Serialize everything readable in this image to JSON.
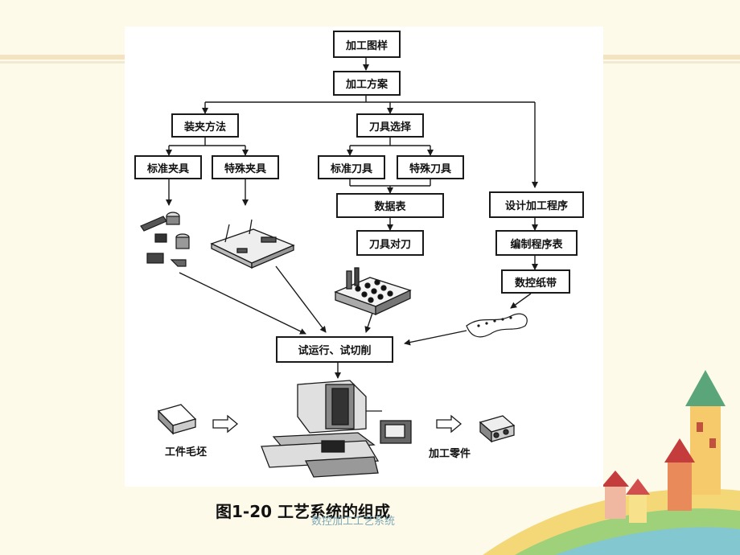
{
  "diagram": {
    "nodes": {
      "drawing": "加工图样",
      "plan": "加工方案",
      "fixture_method": "装夹方法",
      "tool_select": "刀具选择",
      "std_fixture": "标准夹具",
      "special_fixture": "特殊夹具",
      "std_tool": "标准刀具",
      "special_tool": "特殊刀具",
      "data_table": "数据表",
      "tool_setting": "刀具对刀",
      "design_program": "设计加工程序",
      "program_sheet": "编制程序表",
      "nc_tape": "数控纸带",
      "trial": "试运行、试切削"
    },
    "labels": {
      "blank": "工件毛坯",
      "part": "加工零件"
    }
  },
  "caption": "图1-20  工艺系统的组成",
  "footer": "数控加工工艺系统",
  "colors": {
    "background": "#fdfaea",
    "panel": "#ffffff",
    "line": "#1a1a1a",
    "footer_text": "#7fa9b5"
  },
  "icons": [
    "std-fixture-parts-icon",
    "special-fixture-plate-icon",
    "tool-holder-block-icon",
    "paper-tape-icon",
    "cnc-machine-icon",
    "workpiece-blank-icon",
    "finished-part-icon",
    "castle-decoration-icon"
  ]
}
